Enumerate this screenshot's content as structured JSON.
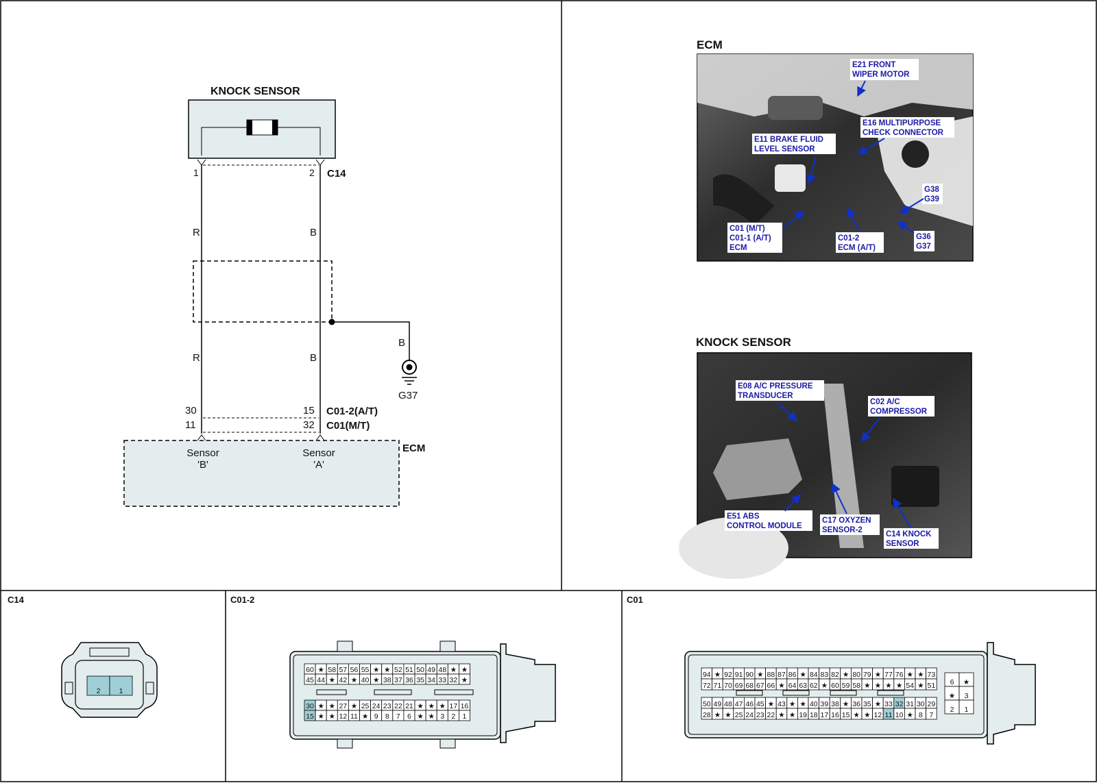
{
  "schematic": {
    "component_title": "KNOCK SENSOR",
    "connector_id": "C14",
    "pin_left": "1",
    "pin_right": "2",
    "wire_left_color_1": "R",
    "wire_right_color_1": "B",
    "wire_left_color_2": "R",
    "wire_right_color_2": "B",
    "ground_wire_color": "B",
    "ground_id": "G37",
    "ecm_pin_at_left": "30",
    "ecm_pin_at_right": "15",
    "ecm_conn_at": "C01-2(A/T)",
    "ecm_pin_mt_left": "11",
    "ecm_pin_mt_right": "32",
    "ecm_conn_mt": "C01(M/T)",
    "ecm_label": "ECM",
    "sensor_b_line1": "Sensor",
    "sensor_b_line2": "'B'",
    "sensor_a_line1": "Sensor",
    "sensor_a_line2": "'A'"
  },
  "photos": [
    {
      "title": "ECM",
      "labels": [
        {
          "lines": [
            "E21 FRONT",
            "WIPER MOTOR"
          ]
        },
        {
          "lines": [
            "E16 MULTIPURPOSE",
            "CHECK CONNECTOR"
          ]
        },
        {
          "lines": [
            "E11 BRAKE FLUID",
            "LEVEL SENSOR"
          ]
        },
        {
          "lines": [
            "G38",
            "G39"
          ]
        },
        {
          "lines": [
            "C01 (M/T)",
            "C01-1 (A/T)",
            "ECM"
          ]
        },
        {
          "lines": [
            "C01-2",
            "ECM (A/T)"
          ]
        },
        {
          "lines": [
            "G36",
            "G37"
          ]
        }
      ]
    },
    {
      "title": "KNOCK SENSOR",
      "labels": [
        {
          "lines": [
            "E08 A/C PRESSURE",
            "TRANSDUCER"
          ]
        },
        {
          "lines": [
            "C02 A/C",
            "COMPRESSOR"
          ]
        },
        {
          "lines": [
            "E51 ABS",
            "CONTROL MODULE"
          ]
        },
        {
          "lines": [
            "C17 OXYZEN",
            "SENSOR-2"
          ]
        },
        {
          "lines": [
            "C14 KNOCK",
            "SENSOR"
          ]
        }
      ]
    }
  ],
  "connectors": {
    "c14": {
      "title": "C14",
      "rows": [
        [
          "2",
          "1"
        ]
      ],
      "highlight": [
        "2",
        "1"
      ]
    },
    "c012": {
      "title": "C01-2",
      "rows": [
        [
          "60",
          "*",
          "58",
          "57",
          "56",
          "55",
          "*",
          "*",
          "52",
          "51",
          "50",
          "49",
          "48",
          "*",
          "*"
        ],
        [
          "45",
          "44",
          "*",
          "42",
          "*",
          "40",
          "*",
          "38",
          "37",
          "36",
          "35",
          "34",
          "33",
          "32",
          "*"
        ],
        [
          "30",
          "*",
          "*",
          "27",
          "*",
          "25",
          "24",
          "23",
          "22",
          "21",
          "*",
          "*",
          "*",
          "17",
          "16"
        ],
        [
          "15",
          "*",
          "*",
          "12",
          "11",
          "*",
          "9",
          "8",
          "7",
          "6",
          "*",
          "*",
          "3",
          "2",
          "1"
        ]
      ],
      "highlight": [
        "30",
        "15"
      ]
    },
    "c01": {
      "title": "C01",
      "rows": [
        [
          "94",
          "*",
          "92",
          "91",
          "90",
          "*",
          "88",
          "87",
          "86",
          "*",
          "84",
          "83",
          "82",
          "*",
          "80",
          "79",
          "*",
          "77",
          "76",
          "*",
          "*",
          "73"
        ],
        [
          "72",
          "71",
          "70",
          "69",
          "68",
          "67",
          "66",
          "*",
          "64",
          "63",
          "62",
          "*",
          "60",
          "59",
          "58",
          "*",
          "*",
          "*",
          "*",
          "54",
          "*",
          "51"
        ],
        [
          "50",
          "49",
          "48",
          "47",
          "46",
          "45",
          "*",
          "43",
          "*",
          "*",
          "40",
          "39",
          "38",
          "*",
          "36",
          "35",
          "*",
          "33",
          "32",
          "31",
          "30",
          "29"
        ],
        [
          "28",
          "*",
          "*",
          "25",
          "24",
          "23",
          "22",
          "*",
          "*",
          "19",
          "18",
          "17",
          "16",
          "15",
          "*",
          "*",
          "12",
          "11",
          "10",
          "*",
          "8",
          "7"
        ]
      ],
      "side_rows": [
        [
          "6",
          "*"
        ],
        [
          "*",
          "3"
        ],
        [
          "2",
          "1"
        ]
      ],
      "highlight": [
        "32",
        "11"
      ]
    }
  },
  "colors": {
    "ecm_fill": "#e4eded",
    "sensor_fill": "#e4eded",
    "pin_highlight": "#9fcfd6",
    "label_blue": "#1a1aa6",
    "arrow_blue": "#1030c8"
  }
}
